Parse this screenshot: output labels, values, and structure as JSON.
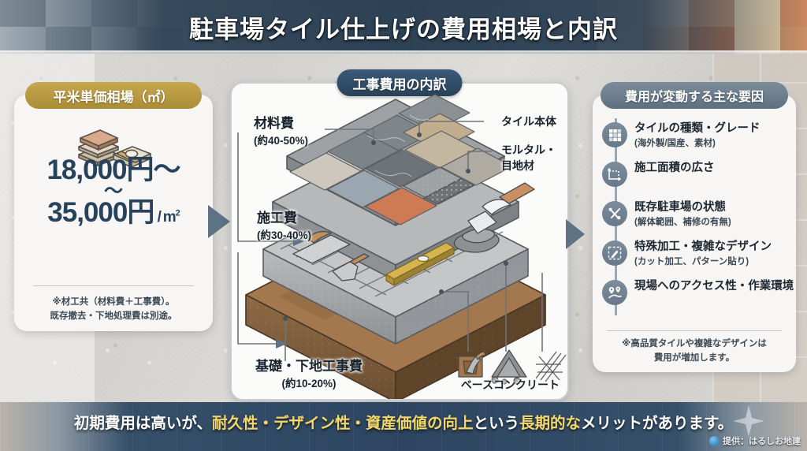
{
  "header": {
    "title": "駐車場タイル仕上げの費用相場と内訳"
  },
  "left_panel": {
    "pill_label": "平米単価相場（㎡）",
    "icon": "tile-stack-money-icon",
    "price_low": "18,000円～",
    "tilde": "～",
    "price_high": "35,000円",
    "price_unit": "/ ㎡",
    "unit_sup": "2",
    "note_line1": "※材工共（材料費＋工事費）。",
    "note_line2": "既存撤去・下地処理費は別途。"
  },
  "center_panel": {
    "pill_label": "工事費用の内訳",
    "labels": {
      "material_cost": "材料費",
      "material_cost_pct": "(約40-50%)",
      "construction_cost": "施工費",
      "construction_cost_pct": "(約30-40%)",
      "foundation_cost": "基礎・下地工事費",
      "foundation_cost_pct": "(約10-20%)",
      "tile_body": "タイル本体",
      "mortar_1": "モルタル・",
      "mortar_2": "目地材",
      "base_concrete": "ベースコンクリート"
    }
  },
  "right_panel": {
    "pill_label": "費用が変動する主な要因",
    "factors": [
      {
        "icon": "tile-grid-icon",
        "title": "タイルの種類・グレード",
        "sub": "(海外製/国産、素材)"
      },
      {
        "icon": "area-measure-icon",
        "title": "施工面積の広さ",
        "sub": ""
      },
      {
        "icon": "tools-icon",
        "title": "既存駐車場の状態",
        "sub": "(解体範囲、補修の有無)"
      },
      {
        "icon": "design-pencil-icon",
        "title": "特殊加工・複雑なデザイン",
        "sub": "(カット加工、パターン貼り)"
      },
      {
        "icon": "location-pin-icon",
        "title": "現場へのアクセス性・作業環境",
        "sub": ""
      }
    ],
    "note_line1": "※高品質タイルや複雑なデザインは",
    "note_line2": "費用が増加します。"
  },
  "footer": {
    "text_part1": "初期費用は高いが、",
    "text_highlight1": "耐久性・デザイン性・資産価値の向上",
    "text_part2": "という",
    "text_highlight2": "長期的な",
    "text_part3": "メリットがあります。",
    "credit": "提供：はるしお地建"
  },
  "colors": {
    "header_overlay": "#2a3e52",
    "gold_pill": "#b8983f",
    "navy_pill": "#2f4a63",
    "slate_pill": "#6b7d8c",
    "price_text": "#27435c",
    "highlight_yellow": "#f4d86a",
    "background": "#d9d7d3",
    "arrow": "#5d7285"
  }
}
